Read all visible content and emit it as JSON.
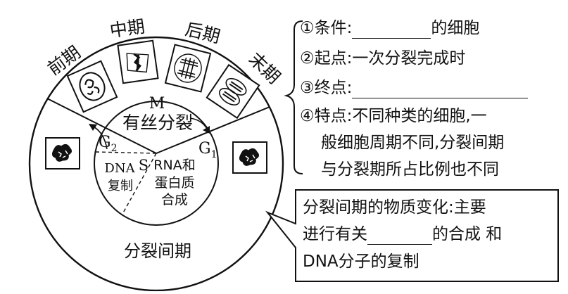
{
  "cycle": {
    "phases_top": [
      "前期",
      "中期",
      "后期",
      "末期"
    ],
    "m_label": "M",
    "m_text": "有丝分裂",
    "g2": "G",
    "g2_sub": "2",
    "g1": "G",
    "g1_sub": "1",
    "s": "S",
    "dna_lines": [
      "DNA",
      "复制"
    ],
    "rna_lines": [
      "RNA和",
      "蛋白质",
      "合成"
    ],
    "interphase": "分裂间期"
  },
  "notes": {
    "n1_prefix": "①条件:",
    "n1_suffix": "的细胞",
    "n2": "②起点:一次分裂完成时",
    "n3_prefix": "③终点:",
    "n4_line1": "④特点:不同种类的细胞,一",
    "n4_line2": "般细胞周期不同,分裂间期",
    "n4_line3": "与分裂期所占比例也不同"
  },
  "callout": {
    "line1": "分裂间期的物质变化:主要",
    "line2_prefix": "进行有关",
    "line2_suffix": "的合成 和",
    "line3": "DNA分子的复制"
  }
}
